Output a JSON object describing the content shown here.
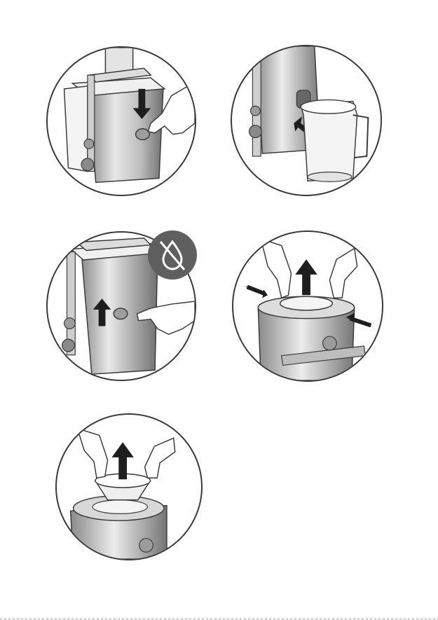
{
  "steps": [
    {
      "id": 1,
      "action": "press-release-button",
      "arrow": "down"
    },
    {
      "id": 2,
      "action": "remove-juice-jug",
      "arrow": "out"
    },
    {
      "id": 3,
      "action": "release-button-up",
      "arrow": "up",
      "badge": "no-water-icon"
    },
    {
      "id": 4,
      "action": "squeeze-and-lift-filter",
      "arrow": "up"
    },
    {
      "id": 5,
      "action": "lift-pulp-bowl",
      "arrow": "up"
    }
  ],
  "colors": {
    "line": "#3a3a3a",
    "steel": "#bdbdbd",
    "dark": "#4a4a4a",
    "badge": "#5f5f5f"
  }
}
